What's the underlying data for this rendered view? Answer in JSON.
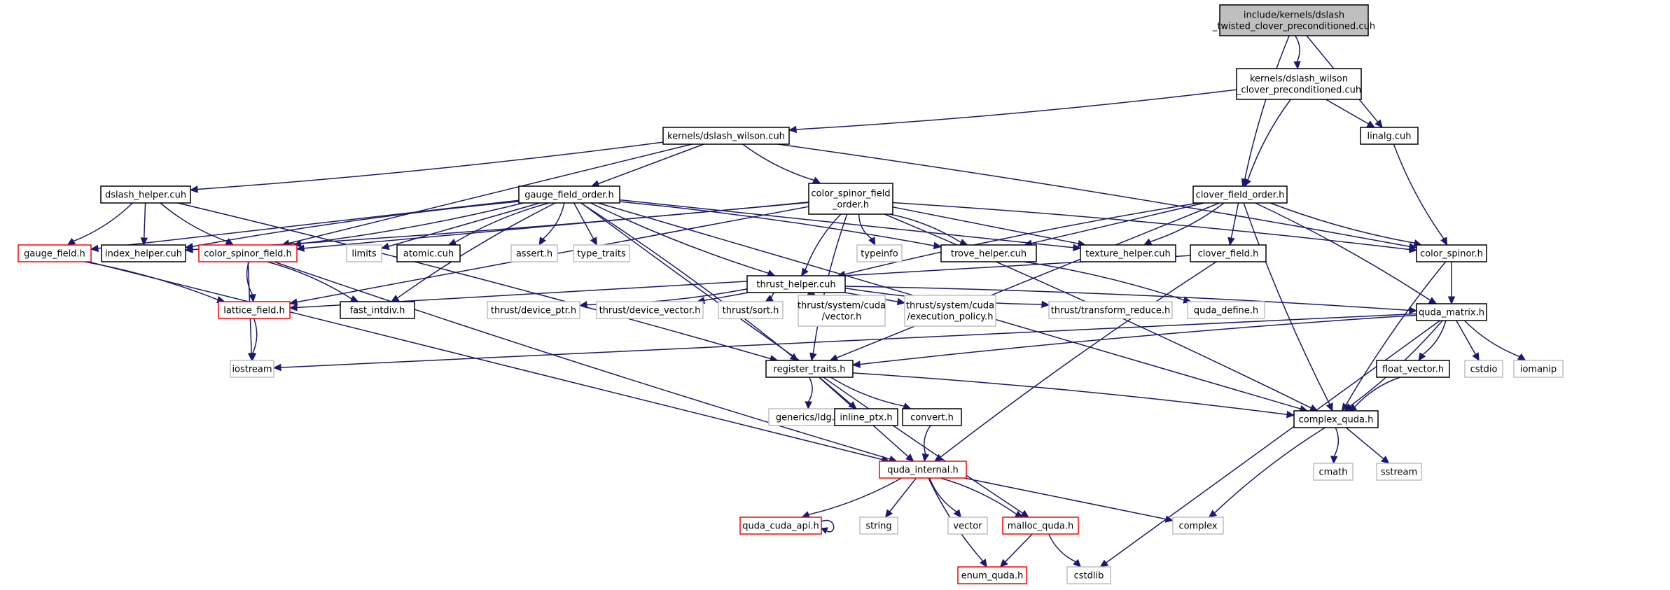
{
  "nodes": [
    {
      "id": "root",
      "kind": "root",
      "lines": [
        "include/kernels/dslash",
        "_twisted_clover_preconditioned.cuh"
      ]
    },
    {
      "id": "dslash_wilson_clover",
      "kind": "normal",
      "lines": [
        "kernels/dslash_wilson",
        "_clover_preconditioned.cuh"
      ]
    },
    {
      "id": "dslash_wilson",
      "kind": "normal",
      "lines": [
        "kernels/dslash_wilson.cuh"
      ]
    },
    {
      "id": "linalg",
      "kind": "normal",
      "lines": [
        "linalg.cuh"
      ]
    },
    {
      "id": "dslash_helper",
      "kind": "normal",
      "lines": [
        "dslash_helper.cuh"
      ]
    },
    {
      "id": "gauge_field_order",
      "kind": "normal",
      "lines": [
        "gauge_field_order.h"
      ]
    },
    {
      "id": "color_spinor_field_order",
      "kind": "normal",
      "lines": [
        "color_spinor_field",
        "_order.h"
      ]
    },
    {
      "id": "clover_field_order",
      "kind": "normal",
      "lines": [
        "clover_field_order.h"
      ]
    },
    {
      "id": "gauge_field",
      "kind": "red",
      "lines": [
        "gauge_field.h"
      ]
    },
    {
      "id": "index_helper",
      "kind": "normal",
      "lines": [
        "index_helper.cuh"
      ]
    },
    {
      "id": "color_spinor_field",
      "kind": "red",
      "lines": [
        "color_spinor_field.h"
      ]
    },
    {
      "id": "limits",
      "kind": "gray",
      "lines": [
        "limits"
      ]
    },
    {
      "id": "atomic",
      "kind": "normal",
      "lines": [
        "atomic.cuh"
      ]
    },
    {
      "id": "assert",
      "kind": "gray",
      "lines": [
        "assert.h"
      ]
    },
    {
      "id": "type_traits",
      "kind": "gray",
      "lines": [
        "type_traits"
      ]
    },
    {
      "id": "typeinfo",
      "kind": "gray",
      "lines": [
        "typeinfo"
      ]
    },
    {
      "id": "trove_helper",
      "kind": "normal",
      "lines": [
        "trove_helper.cuh"
      ]
    },
    {
      "id": "texture_helper",
      "kind": "normal",
      "lines": [
        "texture_helper.cuh"
      ]
    },
    {
      "id": "clover_field",
      "kind": "normal",
      "lines": [
        "clover_field.h"
      ]
    },
    {
      "id": "color_spinor",
      "kind": "normal",
      "lines": [
        "color_spinor.h"
      ]
    },
    {
      "id": "thrust_helper",
      "kind": "normal",
      "lines": [
        "thrust_helper.cuh"
      ]
    },
    {
      "id": "lattice_field",
      "kind": "red",
      "lines": [
        "lattice_field.h"
      ]
    },
    {
      "id": "fast_intdiv",
      "kind": "normal",
      "lines": [
        "fast_intdiv.h"
      ]
    },
    {
      "id": "thrust_device_ptr",
      "kind": "gray",
      "lines": [
        "thrust/device_ptr.h"
      ]
    },
    {
      "id": "thrust_device_vector",
      "kind": "gray",
      "lines": [
        "thrust/device_vector.h"
      ]
    },
    {
      "id": "thrust_sort",
      "kind": "gray",
      "lines": [
        "thrust/sort.h"
      ]
    },
    {
      "id": "thrust_cuda_vector",
      "kind": "gray",
      "lines": [
        "thrust/system/cuda",
        "/vector.h"
      ]
    },
    {
      "id": "thrust_cuda_exec",
      "kind": "gray",
      "lines": [
        "thrust/system/cuda",
        "/execution_policy.h"
      ]
    },
    {
      "id": "thrust_transform_reduce",
      "kind": "gray",
      "lines": [
        "thrust/transform_reduce.h"
      ]
    },
    {
      "id": "quda_define",
      "kind": "gray",
      "lines": [
        "quda_define.h"
      ]
    },
    {
      "id": "quda_matrix",
      "kind": "normal",
      "lines": [
        "quda_matrix.h"
      ]
    },
    {
      "id": "iostream",
      "kind": "gray",
      "lines": [
        "iostream"
      ]
    },
    {
      "id": "register_traits",
      "kind": "normal",
      "lines": [
        "register_traits.h"
      ]
    },
    {
      "id": "float_vector",
      "kind": "normal",
      "lines": [
        "float_vector.h"
      ]
    },
    {
      "id": "cstdio",
      "kind": "gray",
      "lines": [
        "cstdio"
      ]
    },
    {
      "id": "iomanip",
      "kind": "gray",
      "lines": [
        "iomanip"
      ]
    },
    {
      "id": "generics_ldg",
      "kind": "gray",
      "lines": [
        "generics/ldg.h"
      ]
    },
    {
      "id": "inline_ptx",
      "kind": "normal",
      "lines": [
        "inline_ptx.h"
      ]
    },
    {
      "id": "convert",
      "kind": "normal",
      "lines": [
        "convert.h"
      ]
    },
    {
      "id": "complex_quda",
      "kind": "normal",
      "lines": [
        "complex_quda.h"
      ]
    },
    {
      "id": "cmath",
      "kind": "gray",
      "lines": [
        "cmath"
      ]
    },
    {
      "id": "sstream",
      "kind": "gray",
      "lines": [
        "sstream"
      ]
    },
    {
      "id": "quda_internal",
      "kind": "red",
      "lines": [
        "quda_internal.h"
      ]
    },
    {
      "id": "quda_cuda_api",
      "kind": "red",
      "lines": [
        "quda_cuda_api.h"
      ]
    },
    {
      "id": "string",
      "kind": "gray",
      "lines": [
        "string"
      ]
    },
    {
      "id": "vector",
      "kind": "gray",
      "lines": [
        "vector"
      ]
    },
    {
      "id": "malloc_quda",
      "kind": "red",
      "lines": [
        "malloc_quda.h"
      ]
    },
    {
      "id": "complex",
      "kind": "gray",
      "lines": [
        "complex"
      ]
    },
    {
      "id": "enum_quda",
      "kind": "red",
      "lines": [
        "enum_quda.h"
      ]
    },
    {
      "id": "cstdlib",
      "kind": "gray",
      "lines": [
        "cstdlib"
      ]
    }
  ],
  "edges": [
    [
      "root",
      "dslash_wilson_clover"
    ],
    [
      "root",
      "linalg"
    ],
    [
      "root",
      "clover_field_order"
    ],
    [
      "dslash_wilson_clover",
      "dslash_wilson"
    ],
    [
      "dslash_wilson_clover",
      "linalg"
    ],
    [
      "dslash_wilson_clover",
      "clover_field_order"
    ],
    [
      "dslash_wilson",
      "dslash_helper"
    ],
    [
      "dslash_wilson",
      "gauge_field_order"
    ],
    [
      "dslash_wilson",
      "color_spinor_field_order"
    ],
    [
      "dslash_wilson",
      "color_spinor"
    ],
    [
      "dslash_wilson",
      "color_spinor_field"
    ],
    [
      "linalg",
      "color_spinor"
    ],
    [
      "dslash_helper",
      "gauge_field"
    ],
    [
      "dslash_helper",
      "index_helper"
    ],
    [
      "dslash_helper",
      "color_spinor_field"
    ],
    [
      "dslash_helper",
      "register_traits"
    ],
    [
      "gauge_field_order",
      "gauge_field"
    ],
    [
      "gauge_field_order",
      "index_helper"
    ],
    [
      "gauge_field_order",
      "color_spinor_field"
    ],
    [
      "gauge_field_order",
      "limits"
    ],
    [
      "gauge_field_order",
      "atomic"
    ],
    [
      "gauge_field_order",
      "assert"
    ],
    [
      "gauge_field_order",
      "type_traits"
    ],
    [
      "gauge_field_order",
      "thrust_helper"
    ],
    [
      "gauge_field_order",
      "trove_helper"
    ],
    [
      "gauge_field_order",
      "texture_helper"
    ],
    [
      "gauge_field_order",
      "fast_intdiv"
    ],
    [
      "gauge_field_order",
      "register_traits"
    ],
    [
      "gauge_field_order",
      "complex_quda"
    ],
    [
      "gauge_field_order",
      "malloc_quda"
    ],
    [
      "color_spinor_field_order",
      "index_helper"
    ],
    [
      "color_spinor_field_order",
      "color_spinor_field"
    ],
    [
      "color_spinor_field_order",
      "typeinfo"
    ],
    [
      "color_spinor_field_order",
      "trove_helper"
    ],
    [
      "color_spinor_field_order",
      "texture_helper"
    ],
    [
      "color_spinor_field_order",
      "thrust_helper"
    ],
    [
      "color_spinor_field_order",
      "color_spinor"
    ],
    [
      "color_spinor_field_order",
      "lattice_field"
    ],
    [
      "color_spinor_field_order",
      "register_traits"
    ],
    [
      "color_spinor_field_order",
      "complex_quda"
    ],
    [
      "clover_field_order",
      "clover_field"
    ],
    [
      "clover_field_order",
      "color_spinor"
    ],
    [
      "clover_field_order",
      "texture_helper"
    ],
    [
      "clover_field_order",
      "trove_helper"
    ],
    [
      "clover_field_order",
      "thrust_helper"
    ],
    [
      "clover_field_order",
      "quda_matrix"
    ],
    [
      "clover_field_order",
      "register_traits"
    ],
    [
      "clover_field_order",
      "complex_quda"
    ],
    [
      "gauge_field",
      "lattice_field"
    ],
    [
      "gauge_field",
      "quda_internal"
    ],
    [
      "color_spinor_field",
      "lattice_field"
    ],
    [
      "color_spinor_field",
      "fast_intdiv"
    ],
    [
      "color_spinor_field",
      "iostream"
    ],
    [
      "color_spinor_field",
      "quda_internal"
    ],
    [
      "lattice_field",
      "iostream"
    ],
    [
      "clover_field",
      "lattice_field"
    ],
    [
      "clover_field",
      "quda_internal"
    ],
    [
      "trove_helper",
      "quda_define"
    ],
    [
      "color_spinor",
      "quda_matrix"
    ],
    [
      "color_spinor",
      "complex_quda"
    ],
    [
      "thrust_helper",
      "thrust_device_ptr"
    ],
    [
      "thrust_helper",
      "thrust_device_vector"
    ],
    [
      "thrust_helper",
      "thrust_sort"
    ],
    [
      "thrust_helper",
      "thrust_cuda_vector"
    ],
    [
      "thrust_helper",
      "thrust_cuda_exec"
    ],
    [
      "thrust_helper",
      "thrust_transform_reduce"
    ],
    [
      "thrust_helper",
      "quda_matrix"
    ],
    [
      "quda_matrix",
      "iostream"
    ],
    [
      "quda_matrix",
      "register_traits"
    ],
    [
      "quda_matrix",
      "float_vector"
    ],
    [
      "quda_matrix",
      "cstdio"
    ],
    [
      "quda_matrix",
      "iomanip"
    ],
    [
      "quda_matrix",
      "complex_quda"
    ],
    [
      "quda_matrix",
      "cstdlib"
    ],
    [
      "float_vector",
      "complex_quda"
    ],
    [
      "register_traits",
      "generics_ldg"
    ],
    [
      "register_traits",
      "inline_ptx"
    ],
    [
      "register_traits",
      "convert"
    ],
    [
      "register_traits",
      "complex_quda"
    ],
    [
      "register_traits",
      "quda_internal"
    ],
    [
      "convert",
      "quda_internal"
    ],
    [
      "complex_quda",
      "cmath"
    ],
    [
      "complex_quda",
      "sstream"
    ],
    [
      "complex_quda",
      "complex"
    ],
    [
      "quda_internal",
      "quda_cuda_api"
    ],
    [
      "quda_internal",
      "string"
    ],
    [
      "quda_internal",
      "vector"
    ],
    [
      "quda_internal",
      "malloc_quda"
    ],
    [
      "quda_internal",
      "complex"
    ],
    [
      "quda_internal",
      "enum_quda"
    ],
    [
      "quda_cuda_api",
      "quda_cuda_api"
    ],
    [
      "malloc_quda",
      "enum_quda"
    ],
    [
      "malloc_quda",
      "cstdlib"
    ]
  ]
}
